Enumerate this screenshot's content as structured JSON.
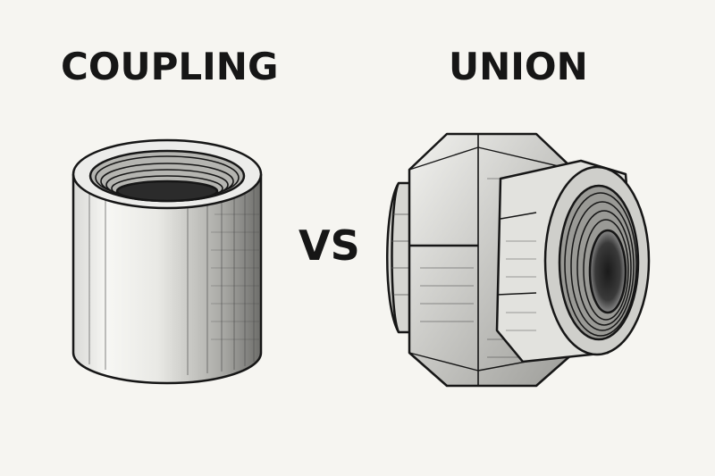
{
  "labels": {
    "left_title": "COUPLING",
    "right_title": "UNION",
    "versus": "VS"
  },
  "colors": {
    "background": "#f6f5f1",
    "ink": "#161616",
    "shade": "#7a7a7a"
  },
  "icons": {
    "left": "coupling-fitting-icon",
    "right": "union-fitting-icon"
  }
}
